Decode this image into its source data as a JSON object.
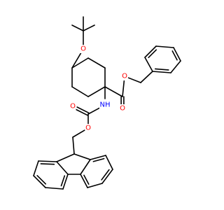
{
  "molecule": {
    "colors": {
      "bond": "#000000",
      "oxygen": "#ff0000",
      "nitrogen": "#0000ff",
      "background": "#ffffff"
    },
    "atoms": [
      {
        "id": "ch1",
        "label": ""
      },
      {
        "id": "ch2",
        "label": ""
      },
      {
        "id": "ch3",
        "label": ""
      },
      {
        "id": "ch4",
        "label": ""
      },
      {
        "id": "ch5",
        "label": ""
      },
      {
        "id": "ch6",
        "label": ""
      },
      {
        "id": "o_tbu",
        "label": "O",
        "element": "O"
      },
      {
        "id": "cq",
        "label": ""
      },
      {
        "id": "me1",
        "label": ""
      },
      {
        "id": "me2",
        "label": ""
      },
      {
        "id": "me3",
        "label": ""
      },
      {
        "id": "c_est",
        "label": ""
      },
      {
        "id": "o_est_db",
        "label": "O",
        "element": "O"
      },
      {
        "id": "o_est",
        "label": "O",
        "element": "O"
      },
      {
        "id": "ch2_bn",
        "label": ""
      },
      {
        "id": "bz1",
        "label": ""
      },
      {
        "id": "bz2",
        "label": ""
      },
      {
        "id": "bz3",
        "label": ""
      },
      {
        "id": "bz4",
        "label": ""
      },
      {
        "id": "bz5",
        "label": ""
      },
      {
        "id": "bz6",
        "label": ""
      },
      {
        "id": "n",
        "label": "NH",
        "element": "N"
      },
      {
        "id": "c_carb",
        "label": ""
      },
      {
        "id": "o_carb_db",
        "label": "O",
        "element": "O"
      },
      {
        "id": "o_carb",
        "label": "O",
        "element": "O"
      },
      {
        "id": "ch2_fm",
        "label": ""
      },
      {
        "id": "c9",
        "label": ""
      },
      {
        "id": "c9a",
        "label": ""
      },
      {
        "id": "c1",
        "label": ""
      },
      {
        "id": "c2",
        "label": ""
      },
      {
        "id": "c3",
        "label": ""
      },
      {
        "id": "c4",
        "label": ""
      },
      {
        "id": "c4a",
        "label": ""
      },
      {
        "id": "c4b",
        "label": ""
      },
      {
        "id": "c5",
        "label": ""
      },
      {
        "id": "c6",
        "label": ""
      },
      {
        "id": "c7",
        "label": ""
      },
      {
        "id": "c8",
        "label": ""
      },
      {
        "id": "c8a",
        "label": ""
      }
    ],
    "bonds": [
      {
        "a": "ch1",
        "b": "ch2",
        "order": 1
      },
      {
        "a": "ch2",
        "b": "ch3",
        "order": 1
      },
      {
        "a": "ch3",
        "b": "ch4",
        "order": 1
      },
      {
        "a": "ch4",
        "b": "ch5",
        "order": 1
      },
      {
        "a": "ch5",
        "b": "ch6",
        "order": 1
      },
      {
        "a": "ch6",
        "b": "ch1",
        "order": 1
      },
      {
        "a": "ch4",
        "b": "o_tbu",
        "order": 1
      },
      {
        "a": "o_tbu",
        "b": "cq",
        "order": 1
      },
      {
        "a": "cq",
        "b": "me1",
        "order": 1
      },
      {
        "a": "cq",
        "b": "me2",
        "order": 1
      },
      {
        "a": "cq",
        "b": "me3",
        "order": 1
      },
      {
        "a": "ch1",
        "b": "c_est",
        "order": 1
      },
      {
        "a": "c_est",
        "b": "o_est_db",
        "order": 2
      },
      {
        "a": "c_est",
        "b": "o_est",
        "order": 1
      },
      {
        "a": "o_est",
        "b": "ch2_bn",
        "order": 1
      },
      {
        "a": "ch2_bn",
        "b": "bz1",
        "order": 1
      },
      {
        "a": "bz1",
        "b": "bz2",
        "order": 2
      },
      {
        "a": "bz2",
        "b": "bz3",
        "order": 1
      },
      {
        "a": "bz3",
        "b": "bz4",
        "order": 2
      },
      {
        "a": "bz4",
        "b": "bz5",
        "order": 1
      },
      {
        "a": "bz5",
        "b": "bz6",
        "order": 2
      },
      {
        "a": "bz6",
        "b": "bz1",
        "order": 1
      },
      {
        "a": "ch1",
        "b": "n",
        "order": 1
      },
      {
        "a": "n",
        "b": "c_carb",
        "order": 1
      },
      {
        "a": "c_carb",
        "b": "o_carb_db",
        "order": 2
      },
      {
        "a": "c_carb",
        "b": "o_carb",
        "order": 1
      },
      {
        "a": "o_carb",
        "b": "ch2_fm",
        "order": 1
      },
      {
        "a": "ch2_fm",
        "b": "c9",
        "order": 1
      },
      {
        "a": "c9",
        "b": "c9a",
        "order": 1
      },
      {
        "a": "c9",
        "b": "c8a",
        "order": 1
      },
      {
        "a": "c9a",
        "b": "c1",
        "order": 2
      },
      {
        "a": "c1",
        "b": "c2",
        "order": 1
      },
      {
        "a": "c2",
        "b": "c3",
        "order": 2
      },
      {
        "a": "c3",
        "b": "c4",
        "order": 1
      },
      {
        "a": "c4",
        "b": "c4a",
        "order": 2
      },
      {
        "a": "c4a",
        "b": "c9a",
        "order": 1
      },
      {
        "a": "c4a",
        "b": "c4b",
        "order": 1
      },
      {
        "a": "c4b",
        "b": "c5",
        "order": 2
      },
      {
        "a": "c5",
        "b": "c6",
        "order": 1
      },
      {
        "a": "c6",
        "b": "c7",
        "order": 2
      },
      {
        "a": "c7",
        "b": "c8",
        "order": 1
      },
      {
        "a": "c8",
        "b": "c8a",
        "order": 2
      },
      {
        "a": "c8a",
        "b": "c4b",
        "order": 1
      }
    ]
  }
}
